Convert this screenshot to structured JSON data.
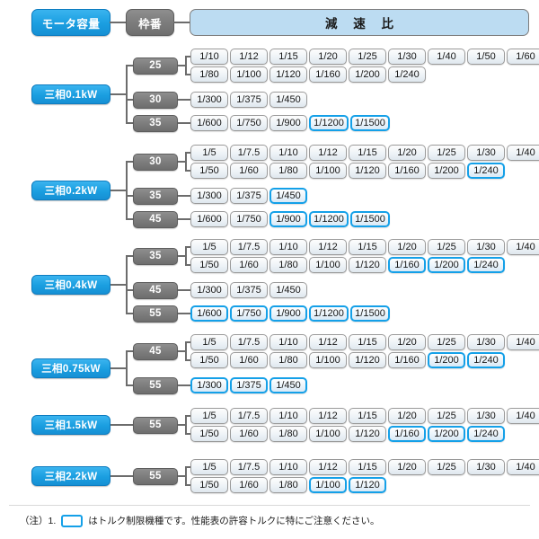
{
  "header": {
    "motor_capacity": "モータ容量",
    "frame_number": "枠番",
    "reduction_ratio": "減 速 比"
  },
  "note": {
    "prefix": "（注）1.",
    "swatch_icon": "rounded-rect-outline-icon",
    "text": "はトルク制限機種です。性能表の許容トルクに特にご注意ください。"
  },
  "groups": [
    {
      "capacity": "三相0.1kW",
      "frames": [
        {
          "frame": "25",
          "rows": [
            {
              "chips": [
                {
                  "label": "1/10",
                  "hl": false
                },
                {
                  "label": "1/12",
                  "hl": false
                },
                {
                  "label": "1/15",
                  "hl": false
                },
                {
                  "label": "1/20",
                  "hl": false
                },
                {
                  "label": "1/25",
                  "hl": false
                },
                {
                  "label": "1/30",
                  "hl": false
                },
                {
                  "label": "1/40",
                  "hl": false
                },
                {
                  "label": "1/50",
                  "hl": false
                },
                {
                  "label": "1/60",
                  "hl": false
                }
              ]
            },
            {
              "chips": [
                {
                  "label": "1/80",
                  "hl": false
                },
                {
                  "label": "1/100",
                  "hl": false
                },
                {
                  "label": "1/120",
                  "hl": false
                },
                {
                  "label": "1/160",
                  "hl": false
                },
                {
                  "label": "1/200",
                  "hl": false
                },
                {
                  "label": "1/240",
                  "hl": false
                }
              ]
            }
          ]
        },
        {
          "frame": "30",
          "rows": [
            {
              "chips": [
                {
                  "label": "1/300",
                  "hl": false
                },
                {
                  "label": "1/375",
                  "hl": false
                },
                {
                  "label": "1/450",
                  "hl": false
                }
              ]
            }
          ]
        },
        {
          "frame": "35",
          "rows": [
            {
              "chips": [
                {
                  "label": "1/600",
                  "hl": false
                },
                {
                  "label": "1/750",
                  "hl": false
                },
                {
                  "label": "1/900",
                  "hl": false
                },
                {
                  "label": "1/1200",
                  "hl": true
                },
                {
                  "label": "1/1500",
                  "hl": true
                }
              ]
            }
          ]
        }
      ]
    },
    {
      "capacity": "三相0.2kW",
      "frames": [
        {
          "frame": "30",
          "rows": [
            {
              "chips": [
                {
                  "label": "1/5",
                  "hl": false
                },
                {
                  "label": "1/7.5",
                  "hl": false
                },
                {
                  "label": "1/10",
                  "hl": false
                },
                {
                  "label": "1/12",
                  "hl": false
                },
                {
                  "label": "1/15",
                  "hl": false
                },
                {
                  "label": "1/20",
                  "hl": false
                },
                {
                  "label": "1/25",
                  "hl": false
                },
                {
                  "label": "1/30",
                  "hl": false
                },
                {
                  "label": "1/40",
                  "hl": false
                }
              ]
            },
            {
              "chips": [
                {
                  "label": "1/50",
                  "hl": false
                },
                {
                  "label": "1/60",
                  "hl": false
                },
                {
                  "label": "1/80",
                  "hl": false
                },
                {
                  "label": "1/100",
                  "hl": false
                },
                {
                  "label": "1/120",
                  "hl": false
                },
                {
                  "label": "1/160",
                  "hl": false
                },
                {
                  "label": "1/200",
                  "hl": false
                },
                {
                  "label": "1/240",
                  "hl": true
                }
              ]
            }
          ]
        },
        {
          "frame": "35",
          "rows": [
            {
              "chips": [
                {
                  "label": "1/300",
                  "hl": false
                },
                {
                  "label": "1/375",
                  "hl": false
                },
                {
                  "label": "1/450",
                  "hl": true
                }
              ]
            }
          ]
        },
        {
          "frame": "45",
          "rows": [
            {
              "chips": [
                {
                  "label": "1/600",
                  "hl": false
                },
                {
                  "label": "1/750",
                  "hl": false
                },
                {
                  "label": "1/900",
                  "hl": true
                },
                {
                  "label": "1/1200",
                  "hl": true
                },
                {
                  "label": "1/1500",
                  "hl": true
                }
              ]
            }
          ]
        }
      ]
    },
    {
      "capacity": "三相0.4kW",
      "frames": [
        {
          "frame": "35",
          "rows": [
            {
              "chips": [
                {
                  "label": "1/5",
                  "hl": false
                },
                {
                  "label": "1/7.5",
                  "hl": false
                },
                {
                  "label": "1/10",
                  "hl": false
                },
                {
                  "label": "1/12",
                  "hl": false
                },
                {
                  "label": "1/15",
                  "hl": false
                },
                {
                  "label": "1/20",
                  "hl": false
                },
                {
                  "label": "1/25",
                  "hl": false
                },
                {
                  "label": "1/30",
                  "hl": false
                },
                {
                  "label": "1/40",
                  "hl": false
                }
              ]
            },
            {
              "chips": [
                {
                  "label": "1/50",
                  "hl": false
                },
                {
                  "label": "1/60",
                  "hl": false
                },
                {
                  "label": "1/80",
                  "hl": false
                },
                {
                  "label": "1/100",
                  "hl": false
                },
                {
                  "label": "1/120",
                  "hl": false
                },
                {
                  "label": "1/160",
                  "hl": true
                },
                {
                  "label": "1/200",
                  "hl": true
                },
                {
                  "label": "1/240",
                  "hl": true
                }
              ]
            }
          ]
        },
        {
          "frame": "45",
          "rows": [
            {
              "chips": [
                {
                  "label": "1/300",
                  "hl": false
                },
                {
                  "label": "1/375",
                  "hl": false
                },
                {
                  "label": "1/450",
                  "hl": false
                }
              ]
            }
          ]
        },
        {
          "frame": "55",
          "rows": [
            {
              "chips": [
                {
                  "label": "1/600",
                  "hl": true
                },
                {
                  "label": "1/750",
                  "hl": true
                },
                {
                  "label": "1/900",
                  "hl": true
                },
                {
                  "label": "1/1200",
                  "hl": true
                },
                {
                  "label": "1/1500",
                  "hl": true
                }
              ]
            }
          ]
        }
      ]
    },
    {
      "capacity": "三相0.75kW",
      "frames": [
        {
          "frame": "45",
          "rows": [
            {
              "chips": [
                {
                  "label": "1/5",
                  "hl": false
                },
                {
                  "label": "1/7.5",
                  "hl": false
                },
                {
                  "label": "1/10",
                  "hl": false
                },
                {
                  "label": "1/12",
                  "hl": false
                },
                {
                  "label": "1/15",
                  "hl": false
                },
                {
                  "label": "1/20",
                  "hl": false
                },
                {
                  "label": "1/25",
                  "hl": false
                },
                {
                  "label": "1/30",
                  "hl": false
                },
                {
                  "label": "1/40",
                  "hl": false
                }
              ]
            },
            {
              "chips": [
                {
                  "label": "1/50",
                  "hl": false
                },
                {
                  "label": "1/60",
                  "hl": false
                },
                {
                  "label": "1/80",
                  "hl": false
                },
                {
                  "label": "1/100",
                  "hl": false
                },
                {
                  "label": "1/120",
                  "hl": false
                },
                {
                  "label": "1/160",
                  "hl": false
                },
                {
                  "label": "1/200",
                  "hl": true
                },
                {
                  "label": "1/240",
                  "hl": true
                }
              ]
            }
          ]
        },
        {
          "frame": "55",
          "rows": [
            {
              "chips": [
                {
                  "label": "1/300",
                  "hl": true
                },
                {
                  "label": "1/375",
                  "hl": true
                },
                {
                  "label": "1/450",
                  "hl": true
                }
              ]
            }
          ]
        }
      ]
    },
    {
      "capacity": "三相1.5kW",
      "frames": [
        {
          "frame": "55",
          "rows": [
            {
              "chips": [
                {
                  "label": "1/5",
                  "hl": false
                },
                {
                  "label": "1/7.5",
                  "hl": false
                },
                {
                  "label": "1/10",
                  "hl": false
                },
                {
                  "label": "1/12",
                  "hl": false
                },
                {
                  "label": "1/15",
                  "hl": false
                },
                {
                  "label": "1/20",
                  "hl": false
                },
                {
                  "label": "1/25",
                  "hl": false
                },
                {
                  "label": "1/30",
                  "hl": false
                },
                {
                  "label": "1/40",
                  "hl": false
                }
              ]
            },
            {
              "chips": [
                {
                  "label": "1/50",
                  "hl": false
                },
                {
                  "label": "1/60",
                  "hl": false
                },
                {
                  "label": "1/80",
                  "hl": false
                },
                {
                  "label": "1/100",
                  "hl": false
                },
                {
                  "label": "1/120",
                  "hl": false
                },
                {
                  "label": "1/160",
                  "hl": true
                },
                {
                  "label": "1/200",
                  "hl": true
                },
                {
                  "label": "1/240",
                  "hl": true
                }
              ]
            }
          ]
        }
      ]
    },
    {
      "capacity": "三相2.2kW",
      "frames": [
        {
          "frame": "55",
          "rows": [
            {
              "chips": [
                {
                  "label": "1/5",
                  "hl": false
                },
                {
                  "label": "1/7.5",
                  "hl": false
                },
                {
                  "label": "1/10",
                  "hl": false
                },
                {
                  "label": "1/12",
                  "hl": false
                },
                {
                  "label": "1/15",
                  "hl": false
                },
                {
                  "label": "1/20",
                  "hl": false
                },
                {
                  "label": "1/25",
                  "hl": false
                },
                {
                  "label": "1/30",
                  "hl": false
                },
                {
                  "label": "1/40",
                  "hl": false
                }
              ]
            },
            {
              "chips": [
                {
                  "label": "1/50",
                  "hl": false
                },
                {
                  "label": "1/60",
                  "hl": false
                },
                {
                  "label": "1/80",
                  "hl": false
                },
                {
                  "label": "1/100",
                  "hl": true
                },
                {
                  "label": "1/120",
                  "hl": true
                }
              ]
            }
          ]
        }
      ]
    }
  ],
  "colors": {
    "accent_blue": "#1a9ee0",
    "highlight_blue": "#14a0e8",
    "frame_grey": "#7b7b7b",
    "header_band": "#bcdcf2",
    "line": "#6c6c6c"
  }
}
